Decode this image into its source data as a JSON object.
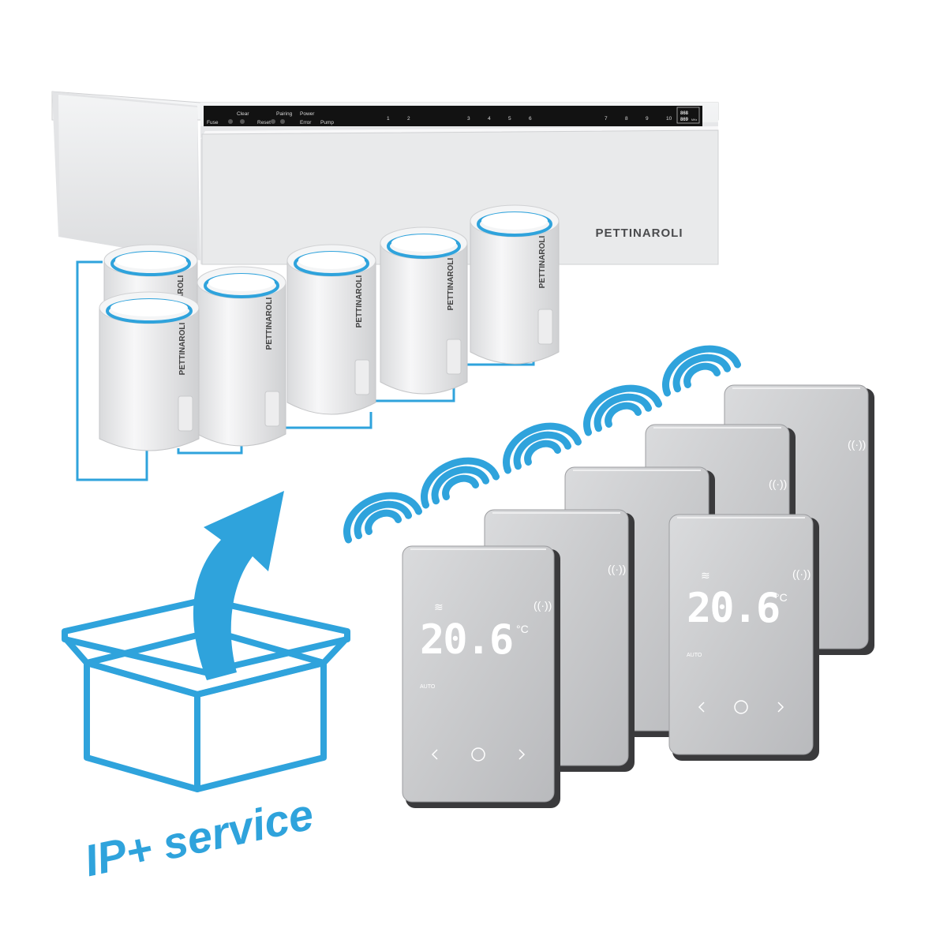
{
  "colors": {
    "accent": "#2fa3dc",
    "housing": "#e8e9ea",
    "housing_shadow": "#c9cbcd",
    "panel": "#cfd0d2",
    "frame": "#3a3a3c",
    "led": "#ffffff",
    "strip": "#121212"
  },
  "controller": {
    "brand": "PETTINAROLI",
    "leds": {
      "fuse": "Fuse",
      "clear": "Clear",
      "reset": "Reset",
      "pairing": "Pairing",
      "power": "Power",
      "error": "Error",
      "pump": "Pump"
    },
    "zones": [
      "1",
      "2",
      "3",
      "4",
      "5",
      "6",
      "7",
      "8",
      "9",
      "10"
    ],
    "freq_top": "868",
    "freq_bottom": "869",
    "freq_unit": "MHz"
  },
  "actuators": {
    "brand": "PETTINAROLI"
  },
  "thermostat": {
    "temperature": "20.6",
    "unit": "°C",
    "mode": "AUTO",
    "wireless_icon": "wireless-signal-icon",
    "heat_icon": "heating-icon"
  },
  "service_badge": {
    "text": "IP+ service",
    "icon": "box-arrow-icon"
  }
}
